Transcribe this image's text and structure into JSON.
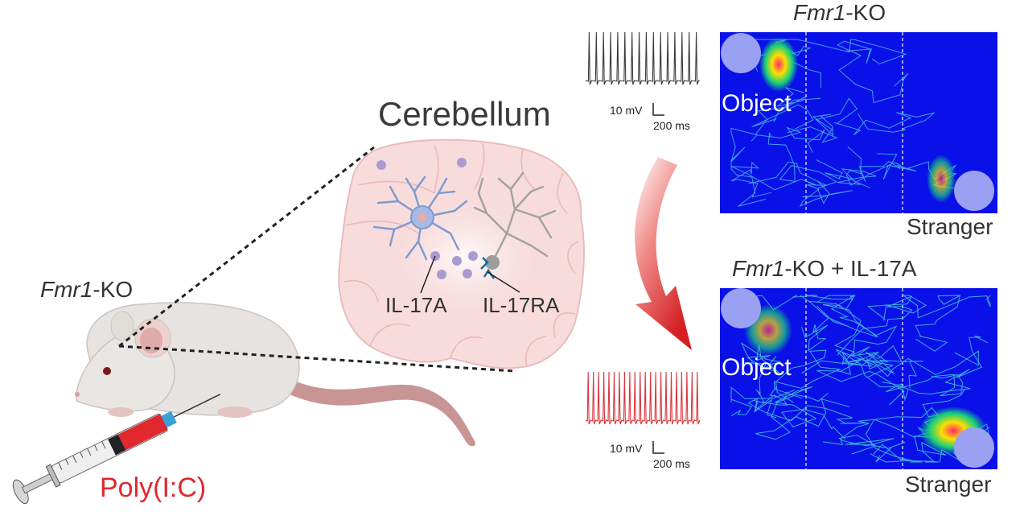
{
  "mouse": {
    "genotype_italic": "Fmr1",
    "genotype_suffix": "-KO",
    "injection": "Poly(I:C)"
  },
  "cerebellum": {
    "title": "Cerebellum",
    "cytokine_label": "IL-17A",
    "receptor_label": "IL-17RA"
  },
  "traces": {
    "top": {
      "scale_v": "10 mV",
      "scale_t": "200 ms",
      "color": "#3a3a3a"
    },
    "bottom": {
      "scale_v": "10 mV",
      "scale_t": "200 ms",
      "color": "#d9363e"
    }
  },
  "arrow": {
    "color": "#e0282e"
  },
  "heatmaps": {
    "top": {
      "title_italic": "Fmr1",
      "title_suffix": "-KO",
      "object_label": "Object",
      "stranger_label": "Stranger"
    },
    "bottom": {
      "title_italic": "Fmr1",
      "title_suffix": "-KO + IL-17A",
      "object_label": "Object",
      "stranger_label": "Stranger"
    },
    "background_color": "#0a10e8",
    "cup_color": "#9aa0f2"
  }
}
